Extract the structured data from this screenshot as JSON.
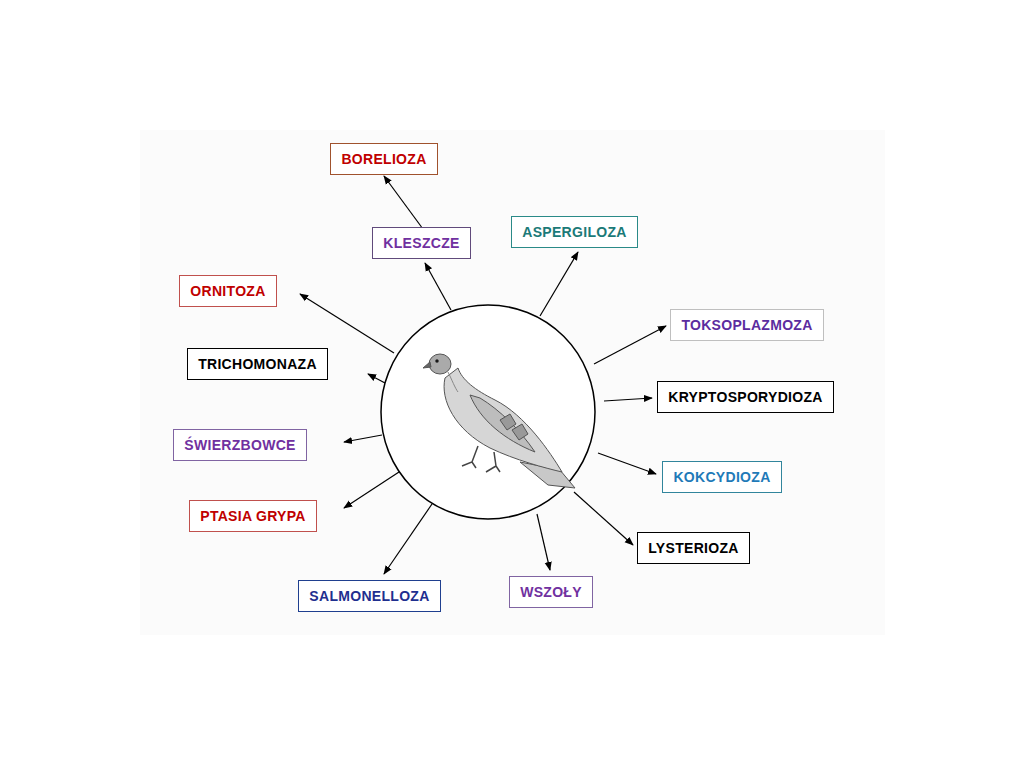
{
  "diagram": {
    "nodes": [
      {
        "text": [
          "BORELIOZA"
        ]
      },
      {
        "text": [
          "KLESZCZE"
        ]
      },
      {
        "text": [
          "ASPERGILOZA"
        ]
      },
      {
        "text": [
          "ORNITOZA"
        ]
      },
      {
        "text": [
          "TOKSOPLAZMOZA"
        ]
      },
      {
        "text": [
          "TRICHOMONAZA"
        ]
      },
      {
        "text": [
          "KRYPTOSPORYDIOZA"
        ]
      },
      {
        "text": [
          "ŚWIERZBOWCE"
        ]
      },
      {
        "text": [
          "KOKCYDIOZA"
        ]
      },
      {
        "text": [
          "PTASIA GRYPA"
        ]
      },
      {
        "text": [
          "LYSTERIOZA"
        ]
      },
      {
        "text": [
          "SALMONELLOZA"
        ]
      },
      {
        "text": [
          "WSZOŁY"
        ]
      }
    ],
    "edges": [
      {
        "from": 1,
        "to": 0,
        "arrow": "to"
      }
    ]
  }
}
